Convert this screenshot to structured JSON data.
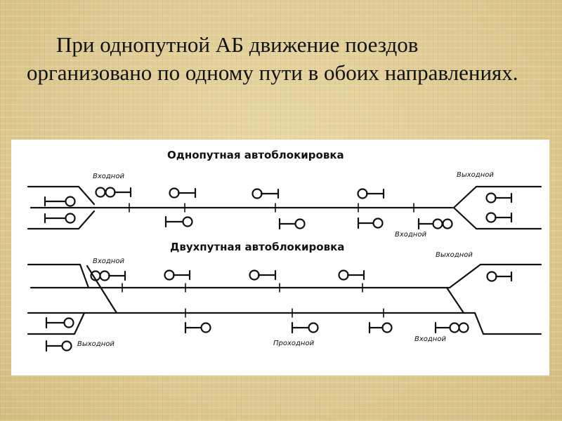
{
  "slide": {
    "text": "При однопутной АБ движение поездов организовано по одному пути в обоих направлениях."
  },
  "diagram": {
    "single_track": {
      "title": "Однопутная автоблокировка",
      "labels": {
        "entry_left": "Входной",
        "exit_right": "Выходной",
        "entry_right": "Входной"
      }
    },
    "double_track": {
      "title": "Двухпутная автоблокировка",
      "labels": {
        "entry_left": "Входной",
        "exit_right": "Выходной",
        "exit_left": "Выходной",
        "intermediate": "Проходной",
        "entry_right": "Входной"
      }
    }
  },
  "colors": {
    "ink": "#111111",
    "panel": "#ffffff",
    "background": "#e2cf98"
  }
}
